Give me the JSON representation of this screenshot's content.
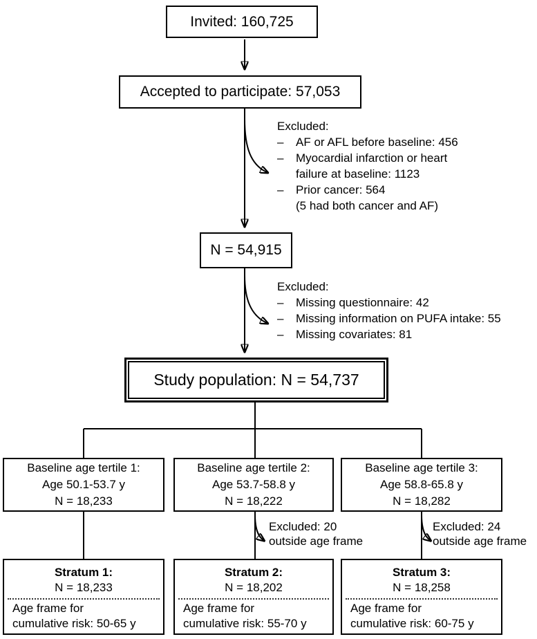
{
  "diagram": {
    "invited": "Invited: 160,725",
    "accepted": "Accepted to participate: 57,053",
    "n_after_first_exclusion": "N = 54,915",
    "study_population": "Study population: N = 54,737",
    "bullet": "–",
    "exclusion_block_1": {
      "heading": "Excluded:",
      "items": [
        {
          "line1": "AF or AFL before baseline: 456"
        },
        {
          "line1": "Myocardial infarction or heart",
          "line2": "failure at baseline: 1123"
        },
        {
          "line1": "Prior cancer: 564",
          "line2": "(5 had both cancer and AF)"
        }
      ]
    },
    "exclusion_block_2": {
      "heading": "Excluded:",
      "items": [
        {
          "line1": "Missing questionnaire: 42"
        },
        {
          "line1": "Missing information on PUFA intake: 55"
        },
        {
          "line1": "Missing covariates: 81"
        }
      ]
    },
    "tertiles": [
      {
        "line1": "Baseline age tertile 1:",
        "line2": "Age 50.1-53.7 y",
        "line3": "N = 18,233"
      },
      {
        "line1": "Baseline age tertile 2:",
        "line2": "Age 53.7-58.8 y",
        "line3": "N = 18,222"
      },
      {
        "line1": "Baseline age tertile 3:",
        "line2": "Age 58.8-65.8 y",
        "line3": "N = 18,282"
      }
    ],
    "age_frame_exclusions": [
      {
        "line1": "Excluded: 20",
        "line2": "outside age frame"
      },
      {
        "line1": "Excluded: 24",
        "line2": "outside age frame"
      }
    ],
    "strata": [
      {
        "title": "Stratum 1:",
        "n": "N = 18,233",
        "frame_line1": "Age frame for",
        "frame_line2": "cumulative risk: 50-65 y"
      },
      {
        "title": "Stratum 2:",
        "n": "N = 18,202",
        "frame_line1": "Age frame for",
        "frame_line2": "cumulative risk: 55-70 y"
      },
      {
        "title": "Stratum 3:",
        "n": "N = 18,258",
        "frame_line1": "Age frame for",
        "frame_line2": "cumulative risk: 60-75 y"
      }
    ]
  }
}
